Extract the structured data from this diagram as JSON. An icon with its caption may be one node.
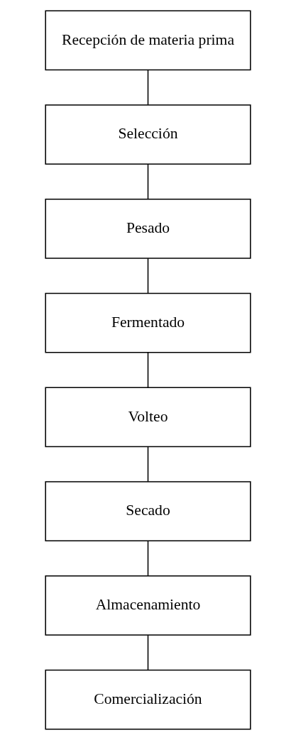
{
  "diagram": {
    "nodes": [
      {
        "text": [
          "Recepción de materia prima"
        ]
      },
      {
        "text": [
          "Selección"
        ]
      },
      {
        "text": [
          "Pesado"
        ]
      },
      {
        "text": [
          "Fermentado"
        ]
      },
      {
        "text": [
          "Volteo"
        ]
      },
      {
        "text": [
          "Secado"
        ]
      },
      {
        "text": [
          "Almacenamiento"
        ]
      },
      {
        "text": [
          "Comercialización"
        ]
      }
    ],
    "edges": [
      {
        "from": 0,
        "to": 1,
        "arrow": "none"
      },
      {
        "from": 1,
        "to": 2,
        "arrow": "none"
      },
      {
        "from": 2,
        "to": 3,
        "arrow": "none"
      },
      {
        "from": 3,
        "to": 4,
        "arrow": "none"
      },
      {
        "from": 4,
        "to": 5,
        "arrow": "none"
      },
      {
        "from": 5,
        "to": 6,
        "arrow": "none"
      },
      {
        "from": 6,
        "to": 7,
        "arrow": "none"
      }
    ]
  }
}
